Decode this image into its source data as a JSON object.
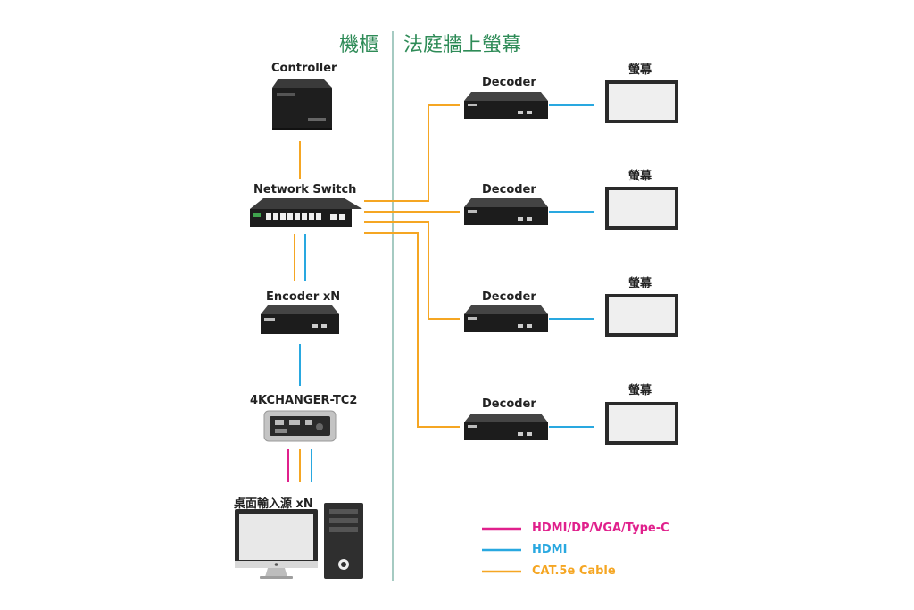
{
  "headers": {
    "left": "機櫃",
    "right": "法庭牆上螢幕"
  },
  "labels": {
    "controller": "Controller",
    "network_switch": "Network Switch",
    "encoder": "Encoder xN",
    "changer": "4KCHANGER-TC2",
    "desktop": "桌面輸入源 xN",
    "decoder": "Decoder",
    "screen": "螢幕"
  },
  "legend": [
    {
      "label": "HDMI/DP/VGA/Type-C",
      "color": "#e0208c"
    },
    {
      "label": "HDMI",
      "color": "#29a8e0"
    },
    {
      "label": "CAT.5e Cable",
      "color": "#f5a623"
    }
  ],
  "colors": {
    "divider": "#6aa89a",
    "header": "#2e8b57",
    "cat": "#f5a623",
    "hdmi": "#29a8e0",
    "multi": "#e0208c"
  }
}
